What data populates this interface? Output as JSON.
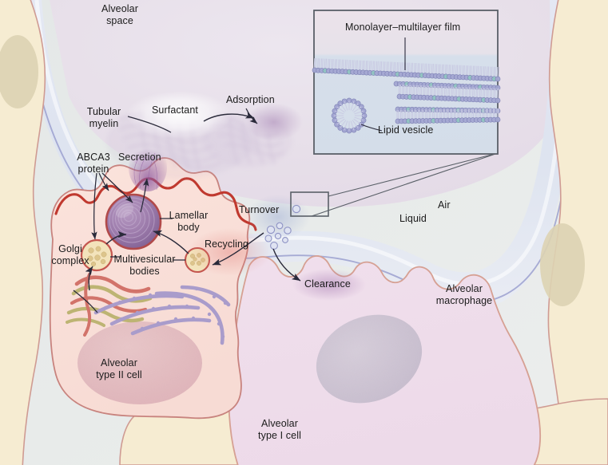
{
  "figure": {
    "type": "biomedical-illustration",
    "subject": "Pulmonary surfactant metabolism in the alveolus"
  },
  "colors": {
    "background_gray": "#e7eae9",
    "alveolar_space": "#e9e1ea",
    "liquid_layer": "#dde2ef",
    "liquid_outline": "#9ba0cf",
    "type1_cell_fill": "#f5ead0",
    "type1_cell_outline": "#cf9b93",
    "type1_nucleus": "#ddd3b2",
    "type2_cell_fill": "#f9ded8",
    "type2_cell_outline": "#c8837e",
    "type2_apical_outline": "#c0392f",
    "type2_nucleus": "#e2bcc0",
    "macrophage_fill": "#eedcea",
    "macrophage_outline": "#d6a093",
    "macrophage_nucleus": "#cfc3d4",
    "lamellar_body_fill": "#9d7bab",
    "lamellar_body_outline": "#b14a4a",
    "mvb_fill": "#f3e3bb",
    "mvb_outline": "#c4564f",
    "mvb_vesicle": "#ddc58c",
    "golgi_olive": "#bdb473",
    "golgi_red": "#d2736a",
    "er_purple": "#a99ccb",
    "tubular_myelin": "#b49ec4",
    "secretion_purple": "#9b6aa8",
    "inset_panel": "#d6dfeb",
    "inset_border": "#5a6068",
    "lipid_head": "#a3a6d2",
    "lipid_head_teal": "#8fc3c0",
    "lipid_tail": "#c8c9e2",
    "arrow_ink": "#2a2a3a",
    "label_text": "#1b1b1b"
  },
  "labels": {
    "alveolar_space": "Alveolar\nspace",
    "tubular_myelin": "Tubular\nmyelin",
    "surfactant": "Surfactant",
    "adsorption": "Adsorption",
    "abca3_protein": "ABCA3\nprotein",
    "secretion": "Secretion",
    "lamellar_body": "Lamellar\nbody",
    "turnover": "Turnover",
    "recycling": "Recycling",
    "golgi_complex": "Golgi\ncomplex",
    "multivesicular_bodies": "Multivesicular\nbodies",
    "clearance": "Clearance",
    "air": "Air",
    "liquid": "Liquid",
    "alveolar_macrophage": "Alveolar\nmacrophage",
    "alveolar_type_ii_cell": "Alveolar\ntype II cell",
    "alveolar_type_i_cell": "Alveolar\ntype I cell"
  },
  "inset": {
    "monolayer_multilayer_film": "Monolayer–multilayer film",
    "lipid_vesicle": "Lipid vesicle"
  }
}
